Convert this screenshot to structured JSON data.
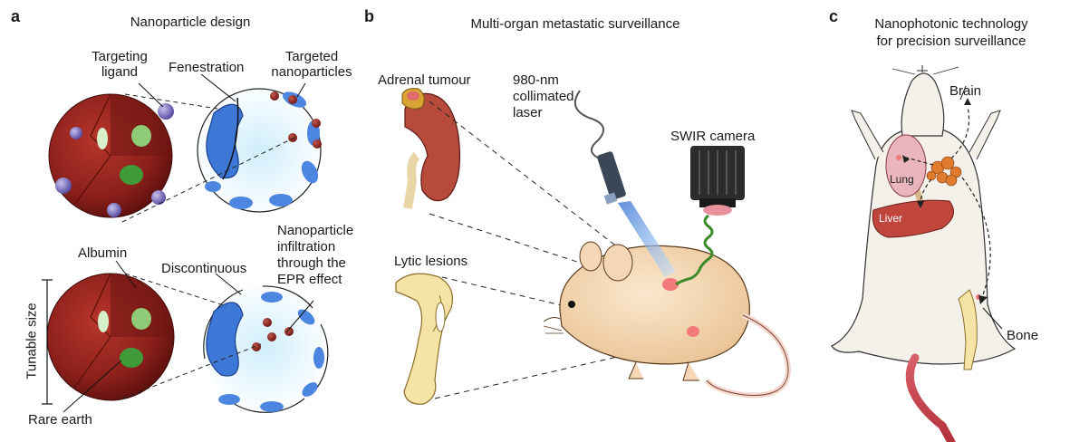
{
  "panels": {
    "a": {
      "letter": "a",
      "title": "Nanoparticle design",
      "labels": {
        "targeting_ligand": [
          "Targeting",
          "ligand"
        ],
        "fenestration": "Fenestration",
        "targeted_nanoparticles": [
          "Targeted",
          "nanoparticles"
        ],
        "albumin": "Albumin",
        "discontinuous": "Discontinuous",
        "infiltration": [
          "Nanoparticle",
          "infiltration",
          "through the",
          "EPR effect"
        ],
        "tunable_size": "Tunable size",
        "rare_earth": "Rare earth"
      }
    },
    "b": {
      "letter": "b",
      "title": "Multi-organ metastatic surveillance",
      "labels": {
        "adrenal_tumour": "Adrenal tumour",
        "laser": [
          "980-nm",
          "collimated",
          "laser"
        ],
        "swir_camera": "SWIR camera",
        "lytic_lesions": "Lytic lesions"
      }
    },
    "c": {
      "letter": "c",
      "title": [
        "Nanophotonic technology",
        "for precision surveillance"
      ],
      "labels": {
        "brain": "Brain",
        "lung": "Lung",
        "liver": "Liver",
        "bone": "Bone"
      }
    }
  },
  "colors": {
    "sphere": "#8b1f1a",
    "vessel_blue": "#3d78d6",
    "vessel_fill": "#dff2fb",
    "mouse_fur": "#f3d9b6",
    "mouse_tail": "#c9424a",
    "liver": "#c0463d",
    "lung": "#e9b6bd",
    "laser_beam": "#6fa0e8",
    "swir_wave": "#3d8a2a"
  }
}
